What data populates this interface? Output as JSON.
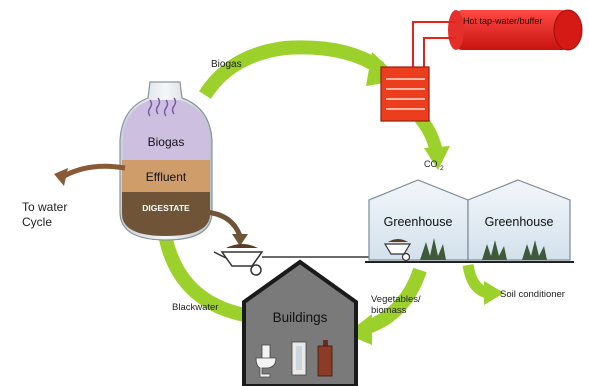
{
  "labels": {
    "biogas_flow": "Biogas",
    "hot_tap": "Hot tap-water/buffer",
    "co2_main": "CO",
    "co2_sub": "2",
    "digester_biogas": "Biogas",
    "digester_effluent": "Effluent",
    "digester_digestate": "DIGESTATE",
    "to_water": "To water",
    "cycle": "Cycle",
    "greenhouse_1": "Greenhouse",
    "greenhouse_2": "Greenhouse",
    "soil_conditioner": "Soil conditioner",
    "vegetables": "Vegetables/",
    "biomass": "biomass",
    "blackwater": "Blackwater",
    "buildings": "Buildings"
  },
  "colors": {
    "cycle_arrow": "#9bd12a",
    "hot_tank": "#e8211f",
    "heat_exchanger": "#ea3e1f",
    "biogas_layer": "#cdbfe0",
    "effluent_layer": "#cf9d6a",
    "digestate_layer": "#6f5438",
    "greenhouse_fill": "#dde8f0",
    "building_fill": "#7a7a7a",
    "effluent_arrow": "#8a5a36"
  },
  "icons": [
    "wavy-gas-icon",
    "wheelbarrow-icon",
    "plant-icon",
    "toilet-icon",
    "bottle-icon"
  ]
}
